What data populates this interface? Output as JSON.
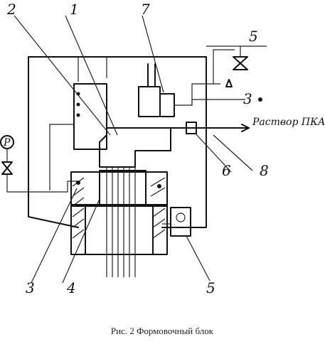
{
  "callouts": {
    "n1": "1",
    "n2": "2",
    "n3_top": "3",
    "n3_bottom": "3",
    "n4": "4",
    "n5_top": "5",
    "n5_bottom": "5",
    "n6": "6",
    "n7": "7",
    "n8": "8"
  },
  "labels": {
    "pressure_gauge": "P",
    "inlet": "Раствор ПКА"
  },
  "caption": "Рис. 2 Формовочный блок"
}
